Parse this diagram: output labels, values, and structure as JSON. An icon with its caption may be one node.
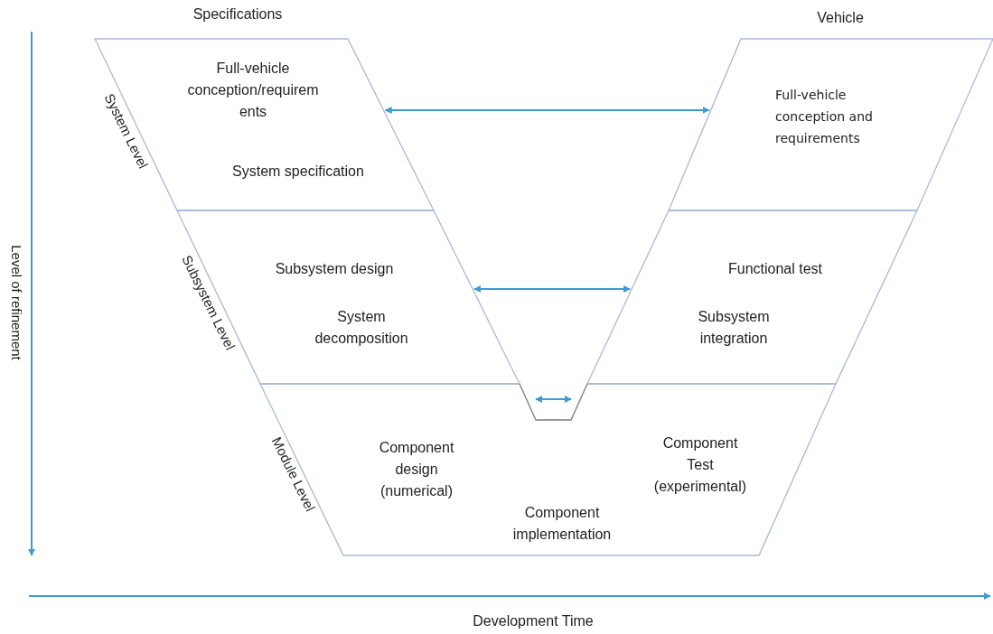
{
  "diagram": {
    "nodes": [
      {
        "text": [
          "Full-vehicle conception/requirem ents",
          "System specification"
        ]
      },
      {
        "text": [
          "Full-vehicle conception and requirements"
        ]
      },
      {
        "text": [
          "Subsystem design",
          "System decomposition"
        ]
      },
      {
        "text": [
          "Functional test",
          "Subsystem integration"
        ]
      },
      {
        "text": [
          "Component design (numerical)",
          "Component Test (experimental)",
          "Component implementation"
        ]
      }
    ],
    "edges": [
      {
        "from": 0,
        "to": 1,
        "arrow": "both"
      },
      {
        "from": 2,
        "to": 3,
        "arrow": "both"
      }
    ],
    "labels": [
      "Specifications",
      "Vehicle",
      "System Level",
      "Subsystem Level",
      "Module Level",
      "Level of refinement",
      "Development Time"
    ]
  }
}
